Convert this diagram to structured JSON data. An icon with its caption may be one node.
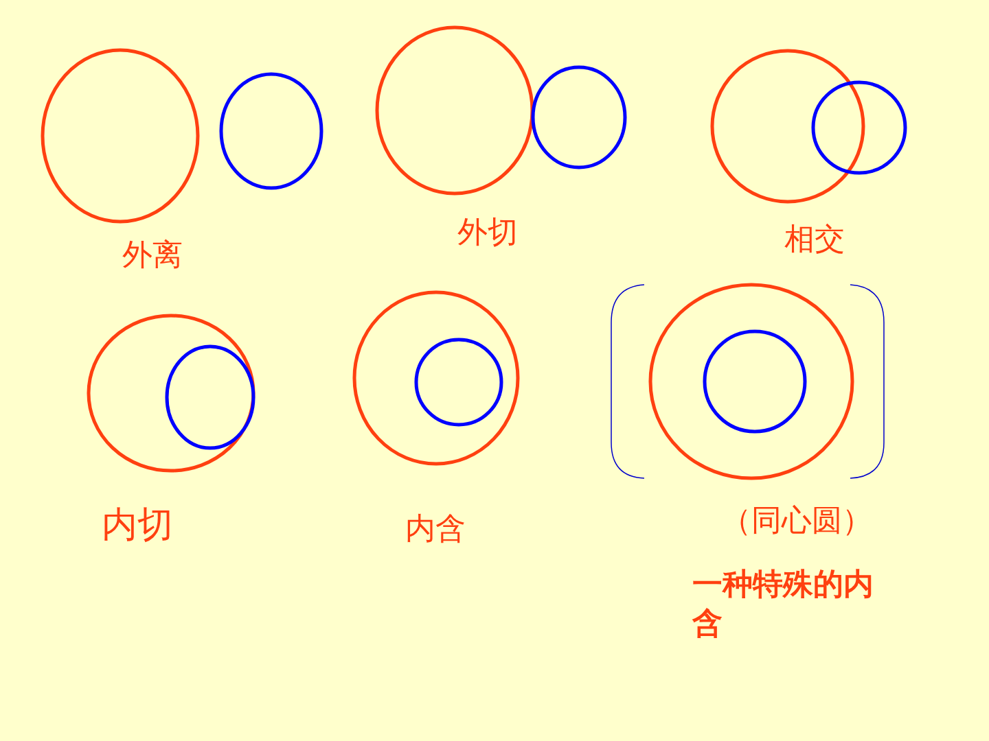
{
  "diagram": {
    "labels": [
      "外离",
      "外切",
      "相交",
      "内切",
      "内含",
      "（同心圆）",
      "一种特殊的内含"
    ]
  }
}
